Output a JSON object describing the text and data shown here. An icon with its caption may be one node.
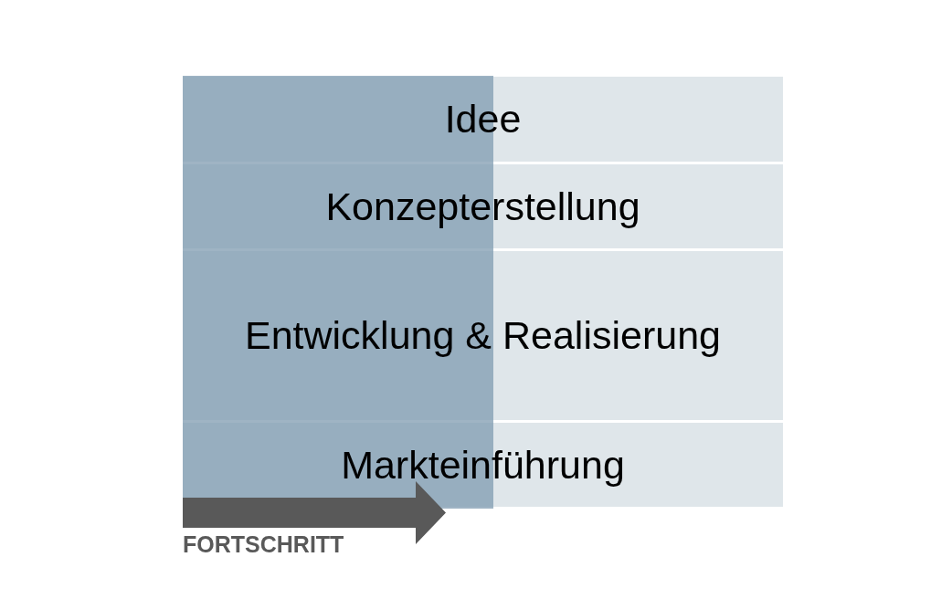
{
  "diagram": {
    "nodes": [
      {
        "text": [],
        "shape": "bar"
      },
      {
        "text": [
          "Idee"
        ]
      },
      {
        "text": [
          "Konzepterstellung"
        ]
      },
      {
        "text": [
          "Entwicklung & Realisierung"
        ]
      },
      {
        "text": [
          "Markteinführung"
        ]
      }
    ],
    "labels": [
      "FORTSCHRITT"
    ]
  }
}
